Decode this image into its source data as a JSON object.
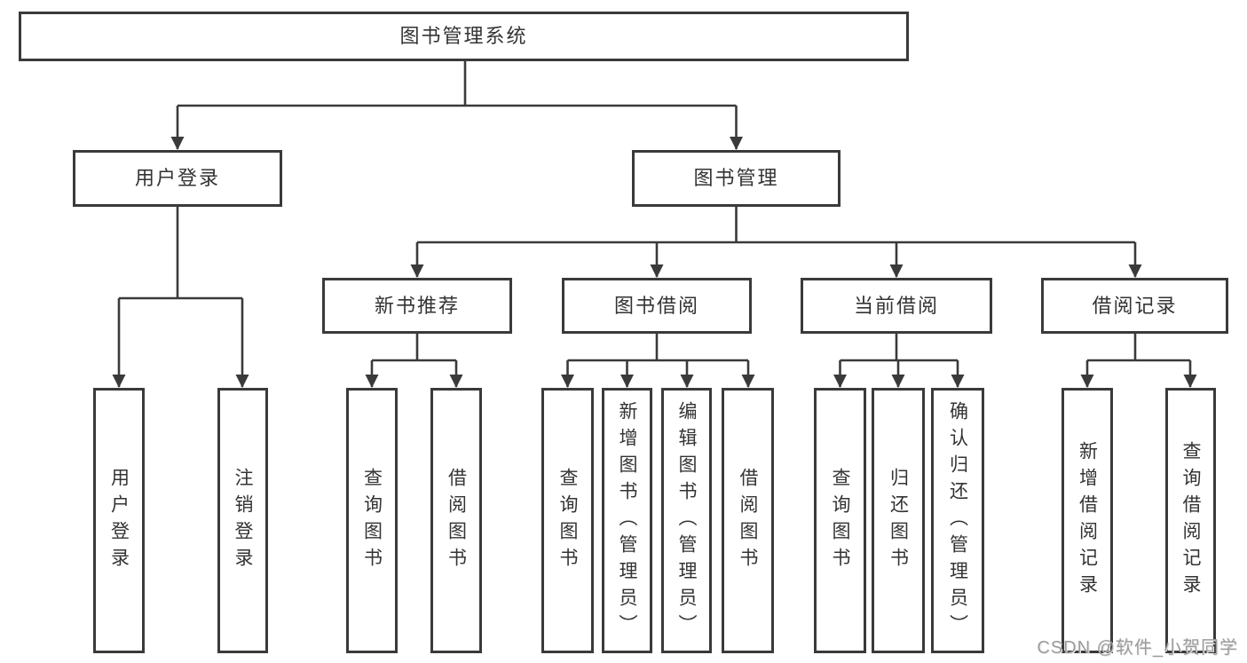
{
  "tree": {
    "root": {
      "label": "图书管理系统"
    },
    "branches": [
      {
        "label": "用户登录",
        "children": [
          {
            "label": "用户登录"
          },
          {
            "label": "注销登录"
          }
        ]
      },
      {
        "label": "图书管理",
        "children": [
          {
            "label": "新书推荐",
            "children": [
              {
                "label": "查询图书"
              },
              {
                "label": "借阅图书"
              }
            ]
          },
          {
            "label": "图书借阅",
            "children": [
              {
                "label": "查询图书"
              },
              {
                "label": "新增图书（管理员）"
              },
              {
                "label": "编辑图书（管理员）"
              },
              {
                "label": "借阅图书"
              }
            ]
          },
          {
            "label": "当前借阅",
            "children": [
              {
                "label": "查询图书"
              },
              {
                "label": "归还图书"
              },
              {
                "label": "确认归还（管理员）"
              }
            ]
          },
          {
            "label": "借阅记录",
            "children": [
              {
                "label": "新增借阅记录"
              },
              {
                "label": "查询借阅记录"
              }
            ]
          }
        ]
      }
    ]
  },
  "watermark": "CSDN @软件_小贺同学",
  "colors": {
    "line": "#3a3a3a",
    "text": "#333333",
    "background": "#ffffff",
    "watermark": "#9c9c9c"
  }
}
